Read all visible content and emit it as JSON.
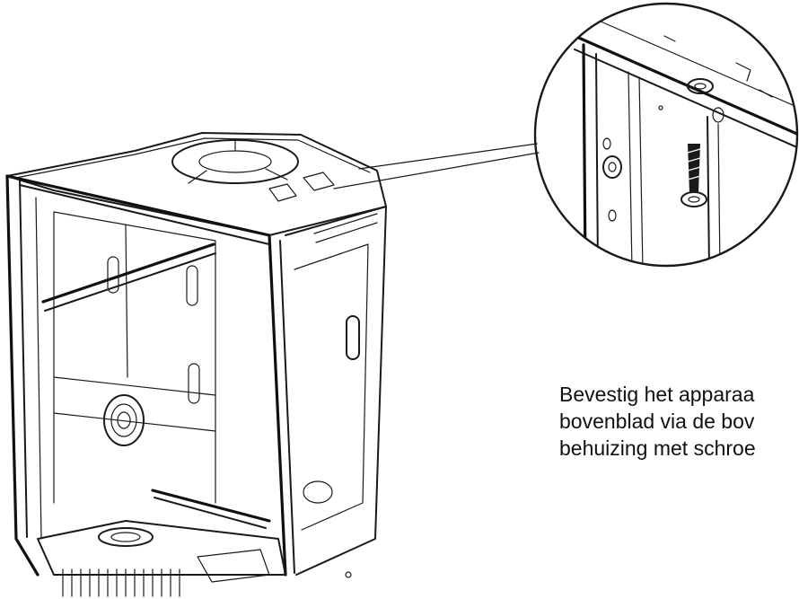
{
  "caption": {
    "lines": [
      "Bevestig het apparaa",
      "bovenblad via de bov",
      "behuizing met schroe"
    ]
  },
  "colors": {
    "line": "#1a1a1a",
    "background": "#ffffff"
  }
}
